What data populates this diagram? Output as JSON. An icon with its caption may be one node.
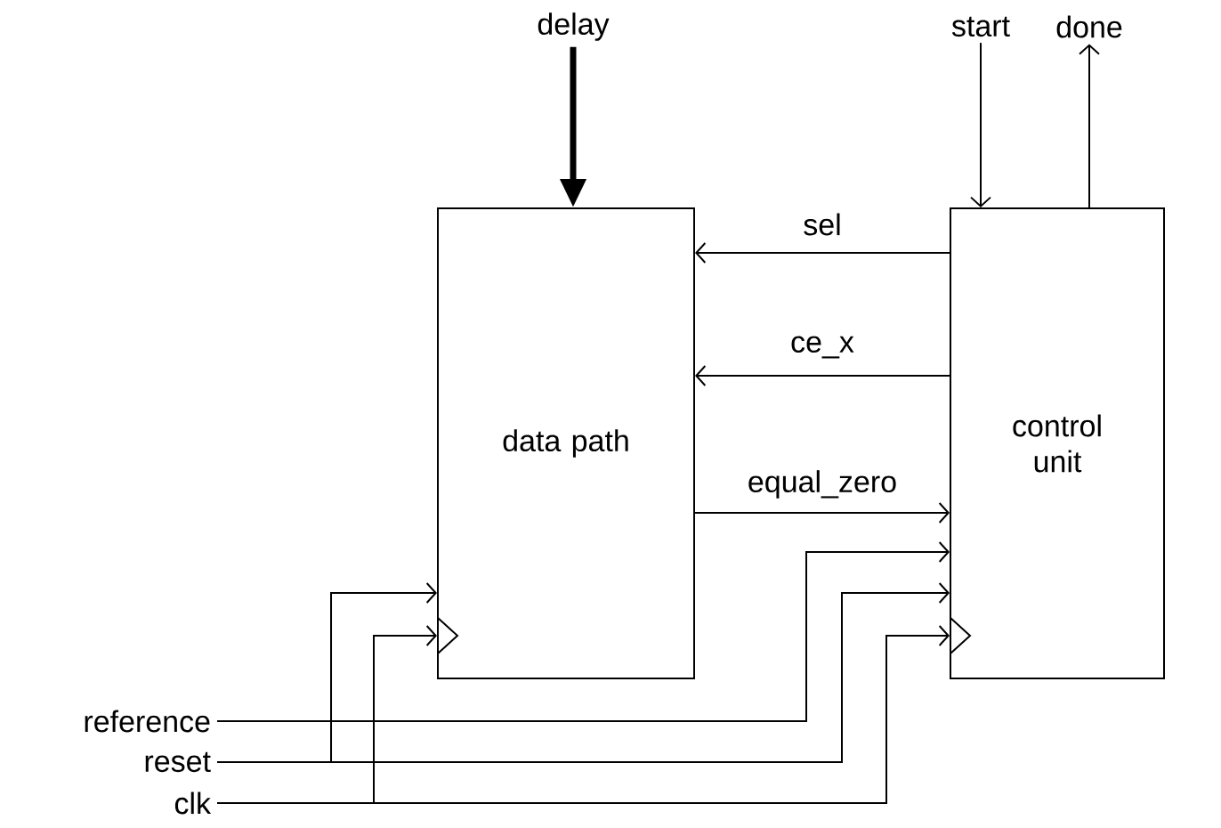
{
  "diagram": {
    "nodes": [
      {
        "text": [
          "data path"
        ]
      },
      {
        "text": [
          "control unit"
        ]
      },
      {
        "text": [
          "delay"
        ]
      },
      {
        "text": [
          "start"
        ]
      },
      {
        "text": [
          "done"
        ]
      },
      {
        "text": [
          "reference"
        ]
      },
      {
        "text": [
          "reset"
        ]
      },
      {
        "text": [
          "clk"
        ]
      }
    ],
    "edges": [
      {
        "from": 2,
        "to": 0,
        "arrow": "to",
        "style": "thick"
      },
      {
        "from": 3,
        "to": 1,
        "arrow": "to"
      },
      {
        "from": 1,
        "to": 4,
        "arrow": "to"
      },
      {
        "from": 1,
        "to": 0,
        "arrow": "to",
        "label": "sel"
      },
      {
        "from": 1,
        "to": 0,
        "arrow": "to",
        "label": "ce_x"
      },
      {
        "from": 0,
        "to": 1,
        "arrow": "to",
        "label": "equal_zero"
      },
      {
        "from": 5,
        "to": 1,
        "arrow": "to"
      },
      {
        "from": 6,
        "to": 0,
        "arrow": "to"
      },
      {
        "from": 6,
        "to": 1,
        "arrow": "to"
      },
      {
        "from": 7,
        "to": 0,
        "arrow": "to"
      },
      {
        "from": 7,
        "to": 1,
        "arrow": "to"
      }
    ]
  }
}
